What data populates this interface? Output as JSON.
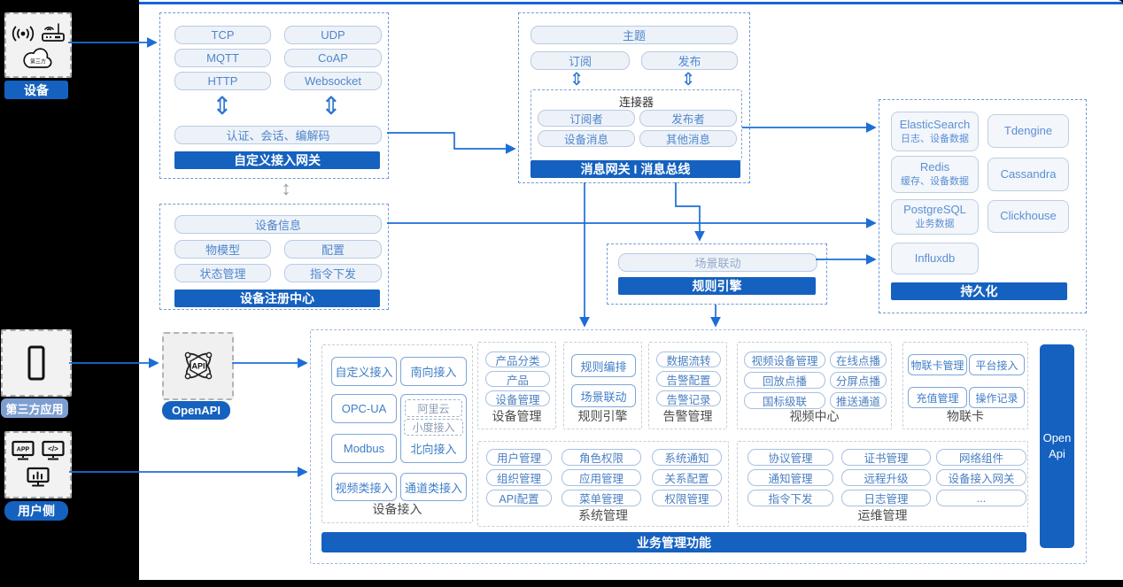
{
  "diagram": {
    "sources": {
      "device": {
        "label": "设备",
        "cloud_text": "第三方"
      },
      "third_party": {
        "label": "第三方应用"
      },
      "user": {
        "label": "用户侧",
        "app_text": "APP",
        "code_text": "</>"
      }
    },
    "gateway": {
      "protocols": [
        "TCP",
        "UDP",
        "MQTT",
        "CoAP",
        "HTTP",
        "Websocket"
      ],
      "middleware": "认证、会话、编解码",
      "title": "自定义接入网关"
    },
    "registry": {
      "header": "设备信息",
      "items": [
        "物模型",
        "配置",
        "状态管理",
        "指令下发"
      ],
      "title": "设备注册中心"
    },
    "message_bus": {
      "topic": "主题",
      "subscribe": "订阅",
      "publish": "发布",
      "connector": {
        "title": "连接器",
        "items": [
          "订阅者",
          "发布者",
          "设备消息",
          "其他消息"
        ]
      },
      "title": "消息网关 I 消息总线"
    },
    "persistence": {
      "title": "持久化",
      "stores": [
        {
          "name": "ElasticSearch",
          "desc": "日志、设备数据"
        },
        {
          "name": "Tdengine"
        },
        {
          "name": "Redis",
          "desc": "缓存、设备数据"
        },
        {
          "name": "Cassandra"
        },
        {
          "name": "PostgreSQL",
          "desc": "业务数据"
        },
        {
          "name": "Clickhouse"
        },
        {
          "name": "Influxdb"
        }
      ]
    },
    "rule_engine": {
      "item": "场景联动",
      "title": "规则引擎"
    },
    "openapi": {
      "label": "OpenAPI",
      "icon_text": "API"
    },
    "business": {
      "title": "业务管理功能",
      "open_api": {
        "line1": "Open",
        "line2": "Api"
      },
      "device_access": {
        "label": "设备接入",
        "buttons": [
          "自定义接入",
          "南向接入",
          "OPC-UA",
          "Modbus",
          "视频类接入",
          "通道类接入"
        ],
        "north": {
          "dashed": [
            "阿里云",
            "小度接入"
          ],
          "label": "北向接入"
        }
      },
      "device_mgmt": {
        "label": "设备管理",
        "items": [
          "产品分类",
          "产品",
          "设备管理"
        ]
      },
      "rule": {
        "label": "规则引擎",
        "items": [
          "规则编排",
          "场景联动"
        ]
      },
      "alarm": {
        "label": "告警管理",
        "items": [
          "数据流转",
          "告警配置",
          "告警记录"
        ]
      },
      "video": {
        "label": "视频中心",
        "items": [
          "视频设备管理",
          "在线点播",
          "回放点播",
          "分屏点播",
          "国标级联",
          "推送通道"
        ]
      },
      "iot_card": {
        "label": "物联卡",
        "items": [
          "物联卡管理",
          "平台接入",
          "充值管理",
          "操作记录"
        ]
      },
      "system": {
        "label": "系统管理",
        "items": [
          "用户管理",
          "角色权限",
          "系统通知",
          "组织管理",
          "应用管理",
          "关系配置",
          "API配置",
          "菜单管理",
          "权限管理"
        ]
      },
      "ops": {
        "label": "运维管理",
        "items": [
          "协议管理",
          "证书管理",
          "网络组件",
          "通知管理",
          "远程升级",
          "设备接入网关",
          "指令下发",
          "日志管理",
          "..."
        ]
      }
    },
    "colors": {
      "primary": "#1561bf",
      "arrow": "#1c6ed6",
      "third_party_label": "#7d9ed1"
    }
  }
}
